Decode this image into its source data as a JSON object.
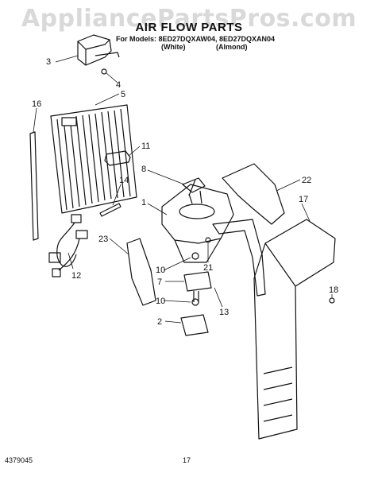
{
  "watermark": "AppliancePartsPros.com",
  "title": "AIR FLOW PARTS",
  "models_line": "For Models: 8ED27DQXAW04, 8ED27DQXAN04",
  "variant_white": "(White)",
  "variant_almond": "(Almond)",
  "part_number": "4379045",
  "page_number": "17",
  "callouts": [
    "3",
    "4",
    "5",
    "16",
    "11",
    "14",
    "8",
    "1",
    "22",
    "17",
    "23",
    "10",
    "21",
    "7",
    "12",
    "13",
    "10",
    "2",
    "18"
  ]
}
